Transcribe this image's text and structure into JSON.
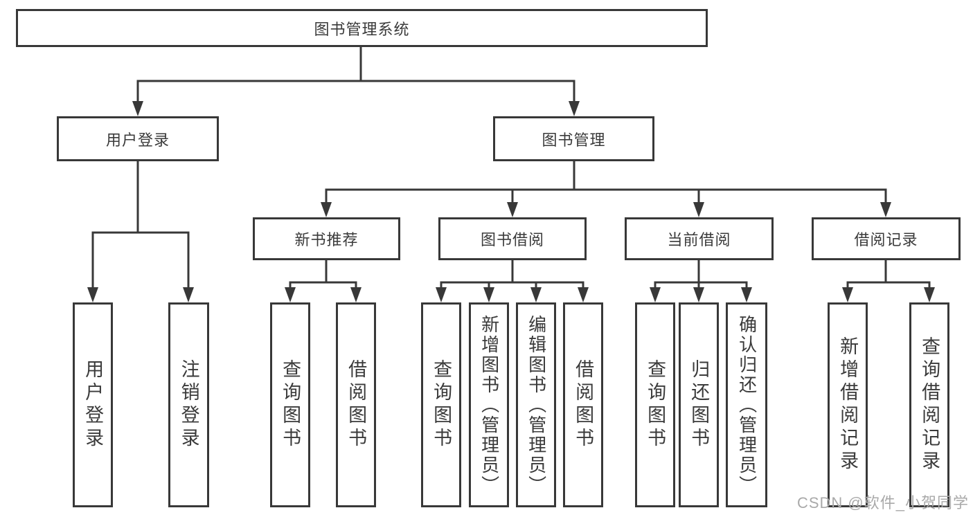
{
  "tree": {
    "root": "图书管理系统",
    "login_branch": {
      "label": "用户登录",
      "children": [
        "用户登录",
        "注销登录"
      ]
    },
    "mgmt_branch": {
      "label": "图书管理",
      "groups": [
        {
          "label": "新书推荐",
          "children": [
            "查询图书",
            "借阅图书"
          ]
        },
        {
          "label": "图书借阅",
          "children": [
            "查询图书",
            "新增图书（管理员）",
            "编辑图书（管理员）",
            "借阅图书"
          ]
        },
        {
          "label": "当前借阅",
          "children": [
            "查询图书",
            "归还图书",
            "确认归还（管理员）"
          ]
        },
        {
          "label": "借阅记录",
          "children": [
            "新增借阅记录",
            "查询借阅记录"
          ]
        }
      ]
    }
  },
  "watermark": {
    "text": "CSDN @软件_小贺同学"
  },
  "colors": {
    "line-color": "#383838",
    "text-color": "#3a3a3a",
    "box-bg": "#ffffff",
    "watermark-color": "#a9a9a9",
    "page-bg": "#ffffff"
  }
}
